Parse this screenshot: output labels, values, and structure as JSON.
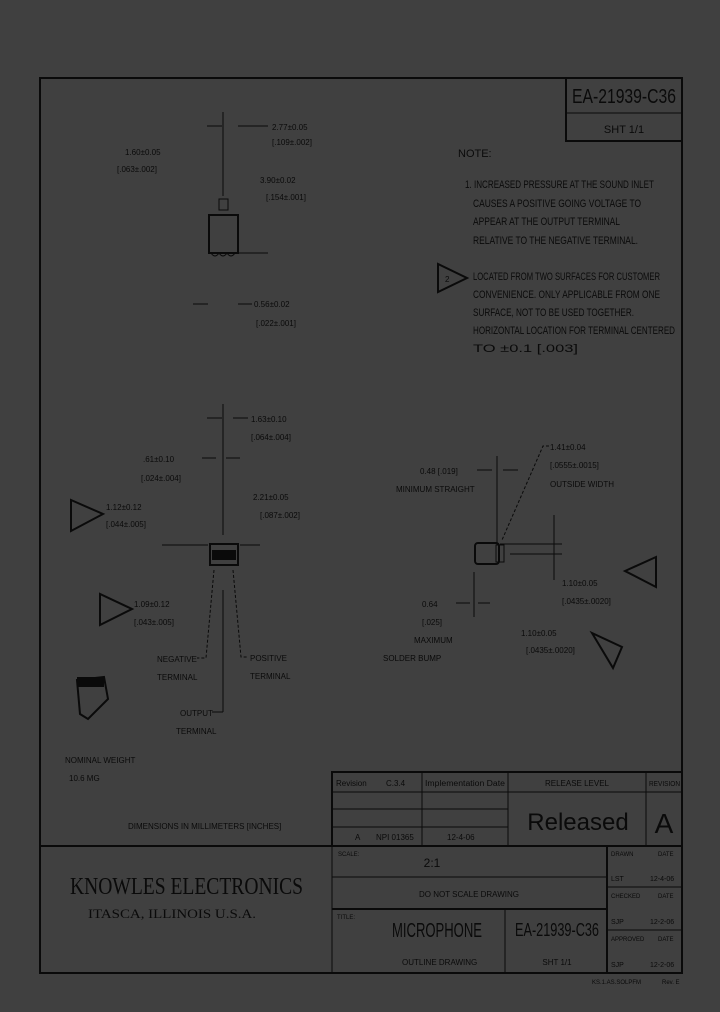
{
  "drawing": {
    "number": "EA-21939-C36",
    "sheet": "SHT 1/1",
    "background_color": "#404040",
    "line_color": "#0a0a0a"
  },
  "notes": {
    "heading": "NOTE:",
    "note1": [
      "1. INCREASED PRESSURE AT THE SOUND INLET",
      "CAUSES A POSITIVE GOING VOLTAGE TO",
      "APPEAR AT THE OUTPUT TERMINAL",
      "RELATIVE TO THE NEGATIVE TERMINAL."
    ],
    "note2_marker": "2",
    "note2": [
      "LOCATED FROM TWO SURFACES FOR CUSTOMER",
      "CONVENIENCE. ONLY APPLICABLE FROM ONE",
      "SURFACE, NOT TO BE USED TOGETHER.",
      "HORIZONTAL LOCATION FOR TERMINAL CENTERED",
      "TO ±0.1 [.003]"
    ]
  },
  "top_view": {
    "dim_a": [
      "2.77±0.05",
      "[.109±.002]"
    ],
    "dim_b": [
      "1.60±0.05",
      "[.063±.002]"
    ],
    "dim_c": [
      "3.90±0.02",
      "[.154±.001]"
    ],
    "dim_d": [
      "0.56±0.02",
      "[.022±.001]"
    ]
  },
  "front_view": {
    "dim_a": [
      "1.63±0.10",
      "[.064±.004]"
    ],
    "dim_b": [
      ".61±0.10",
      "[.024±.004]"
    ],
    "dim_c": [
      "1.12±0.12",
      "[.044±.005]"
    ],
    "dim_d": [
      "2.21±0.05",
      "[.087±.002]"
    ],
    "dim_e": [
      "1.09±0.12",
      "[.043±.005]"
    ],
    "label_negative": [
      "NEGATIVE",
      "TERMINAL"
    ],
    "label_positive": [
      "POSITIVE",
      "TERMINAL"
    ],
    "label_output": [
      "OUTPUT",
      "TERMINAL"
    ]
  },
  "side_view": {
    "dim_a": [
      "0.48 [.019]",
      "MINIMUM STRAIGHT"
    ],
    "dim_b": [
      "1.41±0.04",
      "[.0555±.0015]",
      "OUTSIDE WIDTH"
    ],
    "dim_c": [
      "1.10±0.05",
      "[.0435±.0020]"
    ],
    "dim_d": [
      "0.64",
      "[.025]",
      "MAXIMUM",
      "SOLDER BUMP"
    ],
    "dim_e": [
      "1.10±0.05",
      "[.0435±.0020]"
    ]
  },
  "weight": [
    "NOMINAL WEIGHT",
    "10.6 MG"
  ],
  "units_note": "DIMENSIONS IN MILLIMETERS [INCHES]",
  "title_block": {
    "revision_label": "Revision",
    "revision_code": "C.3.4",
    "impl_date_label": "Implementation Date",
    "release_level_label": "RELEASE LEVEL",
    "release_level": "Released",
    "revision_hdr": "REVISION",
    "revision_letter": "A",
    "row_marker": "A",
    "ecn": "NPI 01365",
    "ecn_date": "12-4-06",
    "scale_label": "SCALE:",
    "scale": "2:1",
    "do_not_scale": "DO NOT SCALE DRAWING",
    "title_label": "TITLE:",
    "title": "MICROPHONE",
    "subtitle": "OUTLINE DRAWING",
    "number": "EA-21939-C36",
    "sheet": "SHT 1/1",
    "company": "KNOWLES ELECTRONICS",
    "location": "ITASCA, ILLINOIS U.S.A.",
    "sign": [
      {
        "role": "DRAWN",
        "date_label": "DATE",
        "name": "LST",
        "date": "12-4-06"
      },
      {
        "role": "CHECKED",
        "date_label": "DATE",
        "name": "SJP",
        "date": "12-2-06"
      },
      {
        "role": "APPROVED",
        "date_label": "DATE",
        "name": "SJP",
        "date": "12-2-06"
      }
    ],
    "footer_left": "KS.1.AS.SOLPFM",
    "footer_right": "Rev. E"
  }
}
